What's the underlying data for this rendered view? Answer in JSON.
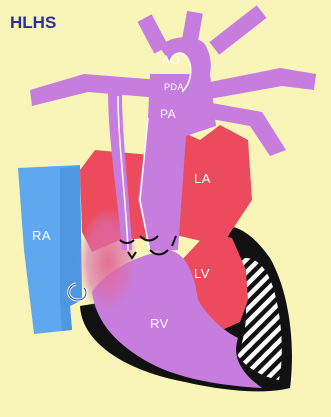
{
  "diagram": {
    "title": "HLHS",
    "labels": {
      "ao": "AO",
      "pda": "PDA",
      "pa": "PA",
      "la": "LA",
      "ra": "RA",
      "lv": "LV",
      "rv": "RV"
    },
    "colors": {
      "background": "#f9f4b8",
      "great_vessels": "#c77ddd",
      "right_ventricle": "#c77ddd",
      "left_heart": "#ec4b5d",
      "right_atrium": "#5fa7ee",
      "myocardium": "#111111",
      "label_text": "#ffffff",
      "title_text": "#2b2f9a"
    }
  }
}
